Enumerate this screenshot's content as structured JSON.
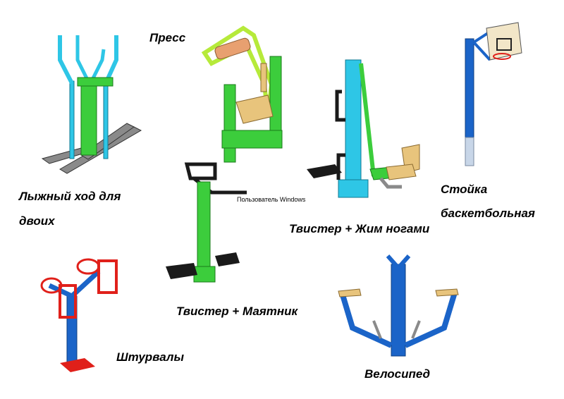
{
  "labels": {
    "ski_line1": "Лыжный ход для",
    "ski_line2": "двоих",
    "press": "Пресс",
    "twister_leg": "Твистер + Жим ногами",
    "basket_line1": "Стойка",
    "basket_line2": "баскетбольная",
    "twister_pendulum": "Твистер + Маятник",
    "wheels": "Штурвалы",
    "bike": "Велосипед"
  },
  "watermark": "Пользователь Windows",
  "colors": {
    "cyan": "#2ec6e6",
    "green": "#3ccd3c",
    "lime": "#b6ea3a",
    "blue": "#1b64c8",
    "red": "#e0201a",
    "black": "#1a1a1a",
    "gray": "#8a8a8a",
    "wood": "#e8c47c"
  }
}
